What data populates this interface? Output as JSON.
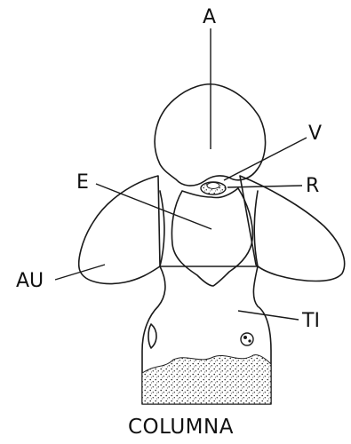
{
  "labels": {
    "A": "A",
    "V": "V",
    "E": "E",
    "R": "R",
    "AU": "AU",
    "TI": "TI"
  },
  "caption": "COLUMNA"
}
